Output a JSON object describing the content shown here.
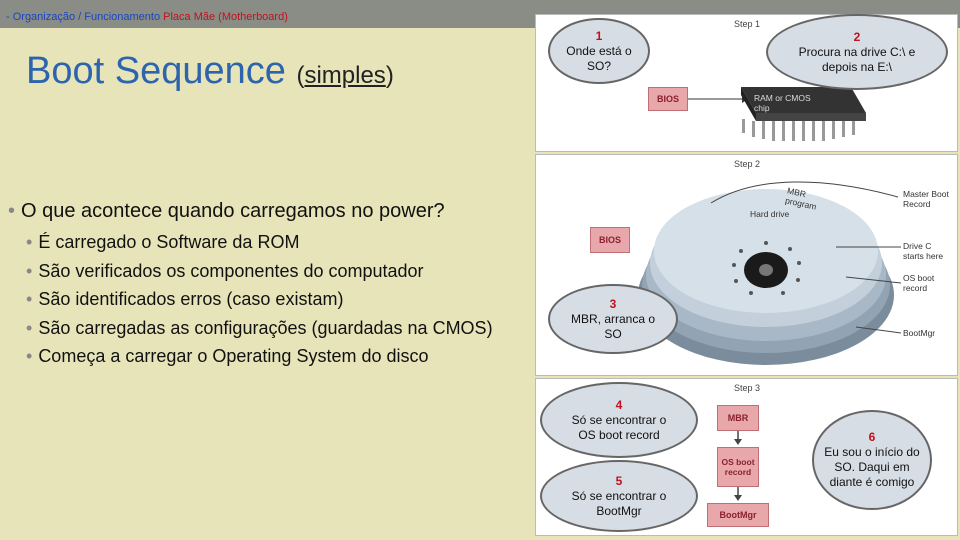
{
  "header": {
    "crumb_prefix": "- Organização / Funcionamento ",
    "crumb_highlight": "Placa Mãe (Motherboard)"
  },
  "title": {
    "main": "Boot Sequence",
    "open": "(",
    "sub": "simples",
    "close": ")"
  },
  "bullets": {
    "main": "O que acontece quando carregamos no power?",
    "items": [
      "É carregado o Software da ROM",
      "São verificados os componentes do computador",
      "São identificados erros (caso existam)",
      "São carregadas as configurações (guardadas na CMOS)",
      "Começa a carregar o Operating System do disco"
    ]
  },
  "diagram": {
    "step1": "Step 1",
    "step2": "Step 2",
    "step3": "Step 3",
    "bios": "BIOS",
    "ram_cmos": "RAM or CMOS chip",
    "mbr_program": "MBR program",
    "hard_drive": "Hard drive",
    "master_boot_record": "Master Boot Record",
    "drive_c": "Drive C starts here",
    "os_boot_record": "OS boot record",
    "bootmgr": "BootMgr",
    "mbr": "MBR",
    "os_boot_record_box": "OS boot record",
    "bootmgr_box": "BootMgr"
  },
  "bubbles": [
    {
      "num": "1",
      "text": "Onde está o SO?"
    },
    {
      "num": "2",
      "text": "Procura na drive C:\\ e depois na E:\\"
    },
    {
      "num": "3",
      "text": "MBR, arranca o SO"
    },
    {
      "num": "4",
      "text": "Só se encontrar o OS boot record"
    },
    {
      "num": "5",
      "text": "Só se encontrar o BootMgr"
    },
    {
      "num": "6",
      "text": "Eu sou o início do SO. Daqui em diante é comigo"
    }
  ],
  "colors": {
    "background": "#e7e4b9",
    "title_blue": "#2c64ad",
    "accent_red": "#c0121c",
    "bubble_fill": "#d7dde5"
  }
}
